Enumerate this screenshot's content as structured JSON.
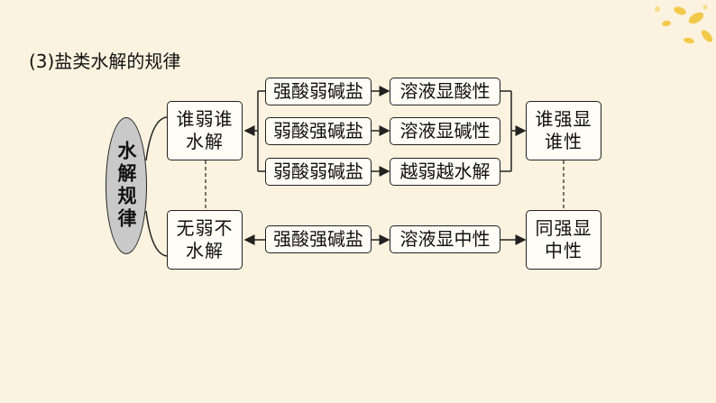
{
  "title": "(3)盐类水解的规律",
  "root": "水解规律",
  "branches": {
    "weak": "谁弱谁水解",
    "none": "无弱不水解"
  },
  "salts": {
    "s1": "强酸弱碱盐",
    "s2": "弱酸强碱盐",
    "s3": "弱酸弱碱盐",
    "s4": "强酸强碱盐"
  },
  "results": {
    "r1": "溶液显酸性",
    "r2": "溶液显碱性",
    "r3": "越弱越水解",
    "r4": "溶液显中性"
  },
  "conclusions": {
    "c1": "谁强显谁性",
    "c2": "同强显中性"
  },
  "colors": {
    "background": "#fbf3df",
    "oval": "#c9c9c9",
    "flower": "#f2c230"
  }
}
